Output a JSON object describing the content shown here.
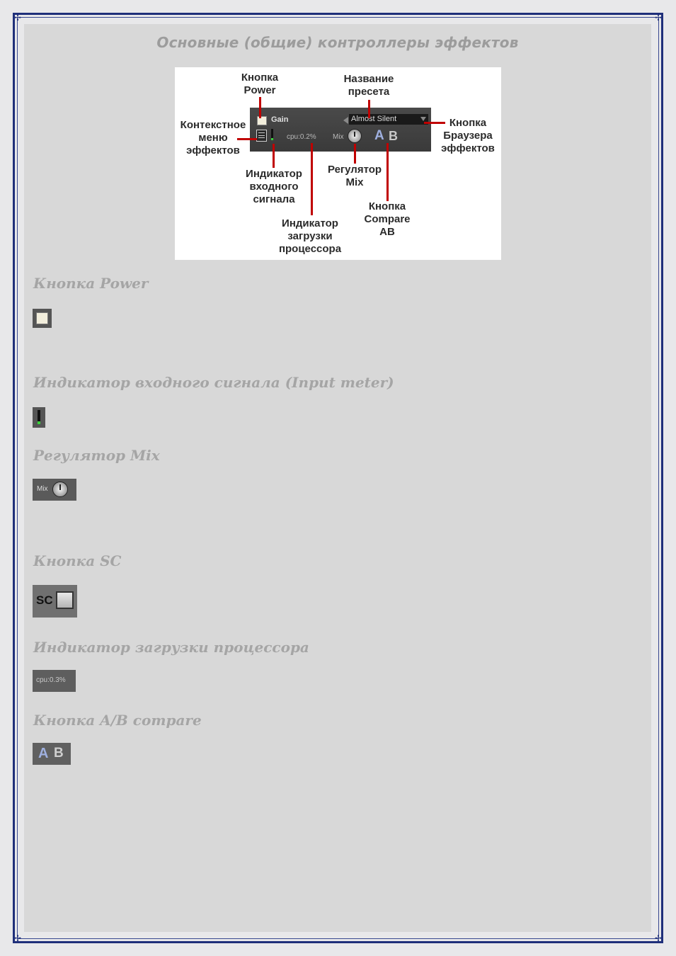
{
  "title": "Основные (общие) контроллеры эффектов",
  "diagram": {
    "callouts": {
      "power_line1": "Кнопка",
      "power_line2": "Power",
      "preset_line1": "Название",
      "preset_line2": "пресета",
      "context_line1": "Контекстное",
      "context_line2": "меню",
      "context_line3": "эффектов",
      "browser_line1": "Кнопка",
      "browser_line2": "Браузера",
      "browser_line3": "эффектов",
      "input_line1": "Индикатор",
      "input_line2": "входного",
      "input_line3": "сигнала",
      "mix_line1": "Регулятор",
      "mix_line2": "Mix",
      "compare_line1": "Кнопка",
      "compare_line2": "Compare",
      "compare_line3": "AB",
      "cpu_line1": "Индикатор",
      "cpu_line2": "загрузки",
      "cpu_line3": "процессора"
    },
    "panel": {
      "effect_name": "Gain",
      "preset_name": "Almost Silent",
      "cpu": "cpu:0.2%",
      "mix_label": "Mix",
      "a_label": "A",
      "b_label": "B"
    }
  },
  "sections": {
    "power": {
      "heading": "Кнопка Power"
    },
    "input_meter": {
      "heading": "Индикатор входного сигнала (Input meter)"
    },
    "mix": {
      "heading": "Регулятор Mix",
      "widget_label": "Mix"
    },
    "sc": {
      "heading": "Кнопка SC",
      "widget_label": "SC"
    },
    "cpu": {
      "heading": "Индикатор загрузки процессора",
      "widget_label": "cpu:0.3%"
    },
    "ab": {
      "heading": "Кнопка A/B compare",
      "a_label": "A",
      "b_label": "B"
    }
  },
  "colors": {
    "frame": "#1f2f7a",
    "page_bg": "#d8d8d8",
    "callout_line": "#c00000",
    "ab_a": "#9fb0e0",
    "ab_b": "#c8c8c8"
  }
}
